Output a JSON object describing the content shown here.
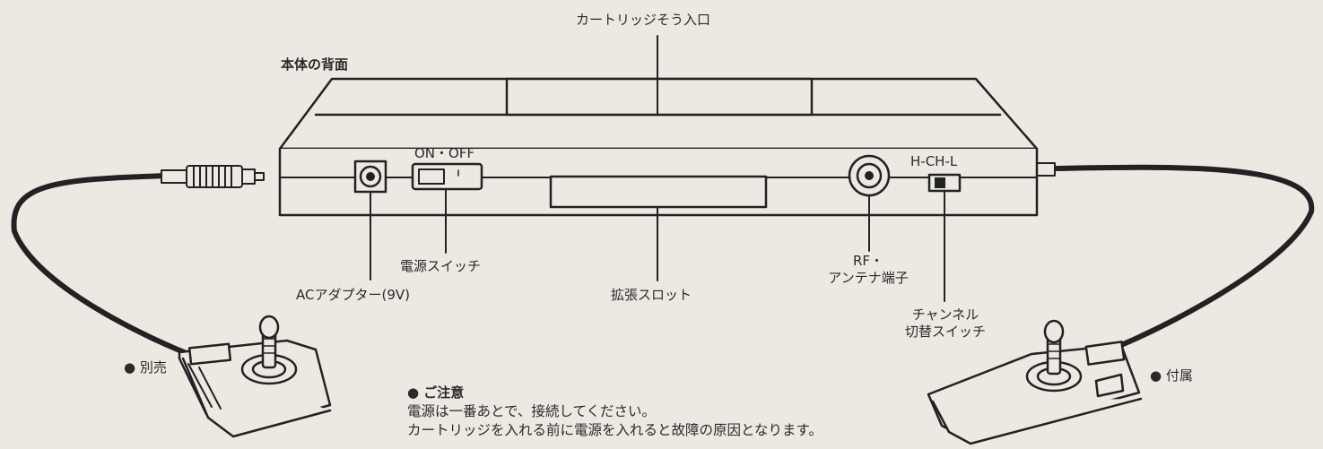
{
  "labels": {
    "cartridge_slot": "カートリッジそう入口",
    "rear_view": "本体の背面",
    "on_off": "ON・OFF",
    "h_ch_l": "H-CH-L",
    "power_switch": "電源スイッチ",
    "ac_adapter": "ACアダプター(9V)",
    "expansion_slot": "拡張スロット",
    "rf_line1": "RF・",
    "rf_line2": "アンテナ端子",
    "channel_line1": "チャンネル",
    "channel_line2": "切替スイッチ",
    "sold_separately": "● 別売",
    "included": "● 付属"
  },
  "notice": {
    "heading": "● ご注意",
    "line1": "電源は一番あとで、接続してください。",
    "line2": "カートリッジを入れる前に電源を入れると故障の原因となります。"
  }
}
